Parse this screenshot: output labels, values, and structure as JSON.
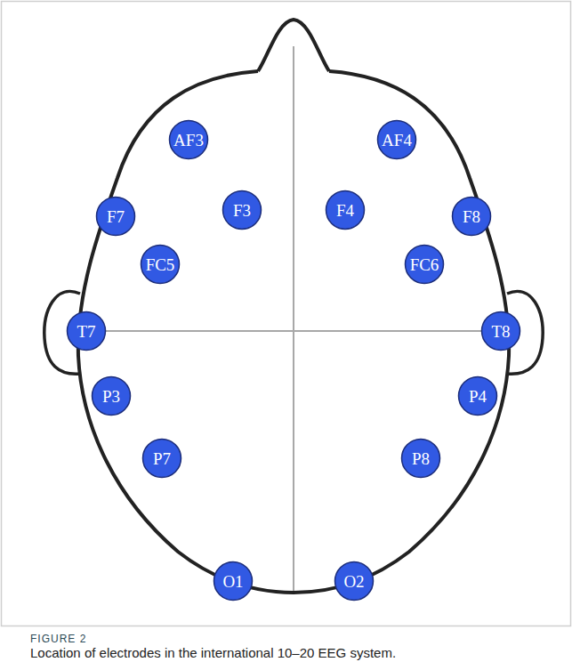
{
  "diagram": {
    "caption": "Location of electrodes in the international 10–20 EEG system.",
    "nodes": [
      {
        "text": [
          "AF3"
        ]
      },
      {
        "text": [
          "AF4"
        ]
      },
      {
        "text": [
          "F7"
        ]
      },
      {
        "text": [
          "F3"
        ]
      },
      {
        "text": [
          "F4"
        ]
      },
      {
        "text": [
          "F8"
        ]
      },
      {
        "text": [
          "FC5"
        ]
      },
      {
        "text": [
          "FC6"
        ]
      },
      {
        "text": [
          "T7"
        ]
      },
      {
        "text": [
          "T8"
        ]
      },
      {
        "text": [
          "P3"
        ]
      },
      {
        "text": [
          "P4"
        ]
      },
      {
        "text": [
          "P7"
        ]
      },
      {
        "text": [
          "P8"
        ]
      },
      {
        "text": [
          "O1"
        ]
      },
      {
        "text": [
          "O2"
        ]
      }
    ],
    "labels": [
      "FIGURE 2"
    ]
  }
}
